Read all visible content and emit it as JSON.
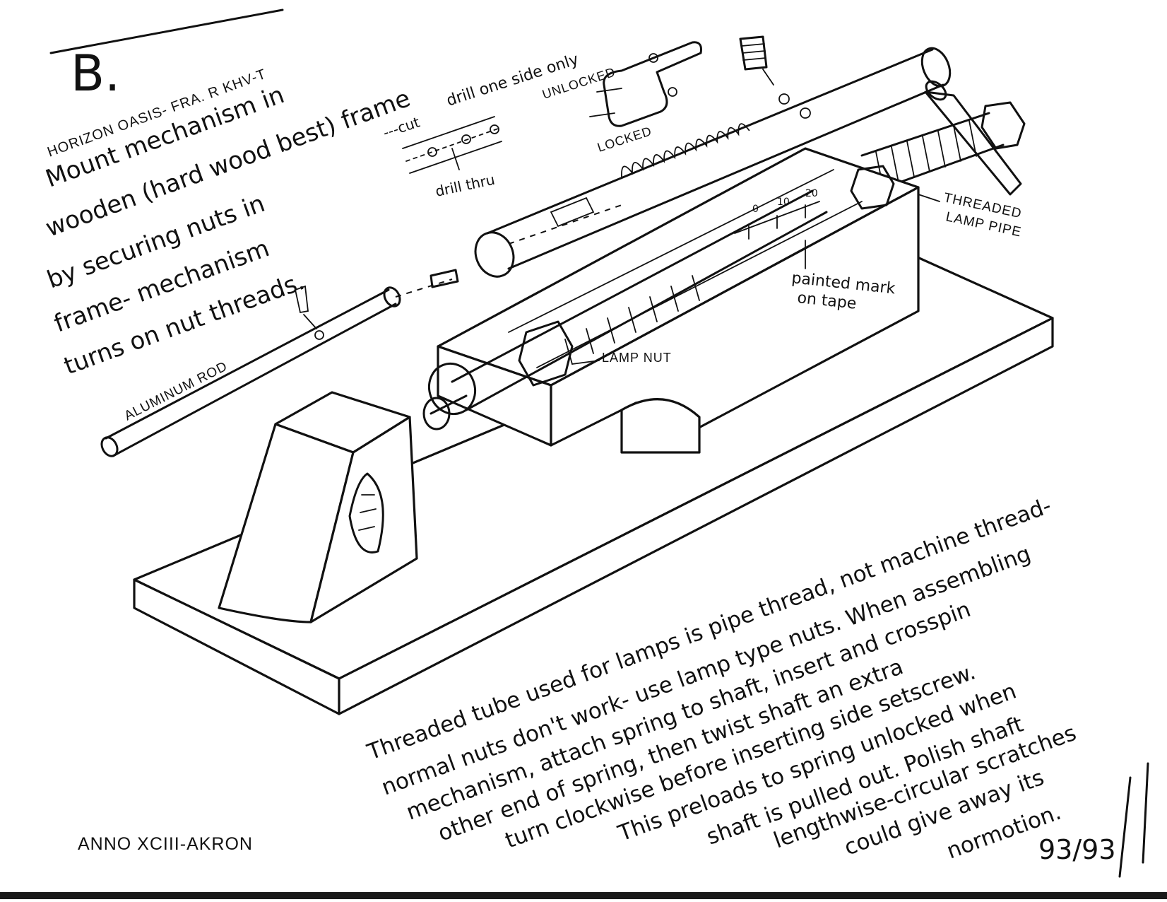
{
  "sheet": {
    "letter": "B.",
    "header": "HORIZON OASIS- FRA. R KHV-T",
    "intro": [
      "Mount mechanism in",
      "wooden (hard wood best) frame",
      "by securing nuts in",
      "frame- mechanism",
      "turns on nut threads."
    ],
    "labels": {
      "drill_one_side": "drill one side only",
      "cut": "---cut",
      "drill_thru": "drill thru",
      "unlocked": "UNLOCKED",
      "locked": "LOCKED",
      "threaded_lamp_pipe_1": "THREADED",
      "threaded_lamp_pipe_2": "LAMP PIPE",
      "painted_mark_1": "painted mark",
      "painted_mark_2": "on tape",
      "aluminum_rod": "ALUMINUM ROD",
      "lamp_nut": "LAMP NUT",
      "scale_0": "0",
      "scale_10": "10",
      "scale_20": "20"
    },
    "notes": [
      "Threaded tube used for lamps is pipe thread, not machine thread-",
      "normal nuts don't work- use lamp type nuts. When assembling",
      "mechanism, attach spring to shaft, insert and crosspin",
      "other end of spring, then twist shaft an extra",
      "turn clockwise before inserting side setscrew.",
      "This preloads to spring unlocked when",
      "shaft is pulled out. Polish shaft",
      "lengthwise-circular scratches",
      "could give away its",
      "normotion."
    ],
    "footer_left": "ANNO XCIII-AKRON",
    "page_number": "93/93"
  },
  "colors": {
    "ink": "#111111",
    "paper": "#ffffff",
    "bar": "#1a1a1a"
  }
}
